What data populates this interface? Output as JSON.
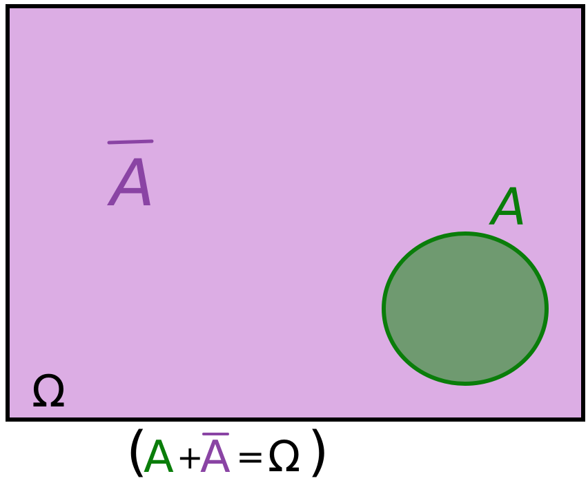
{
  "diagram": {
    "universe_label": "Ω",
    "complement_label": "A",
    "event_label": "A",
    "equation": {
      "open_paren": "(",
      "term_a": "A",
      "plus": "+",
      "term_a_bar": "A",
      "equals": "=",
      "omega": "Ω",
      "close_paren": ")"
    }
  },
  "colors": {
    "universe_fill": "#dcade4",
    "outline": "#000000",
    "event_fill": "#6f9a70",
    "event_stroke": "#0a7d0a",
    "complement_color": "#8a44a4",
    "black_text": "#000000"
  }
}
